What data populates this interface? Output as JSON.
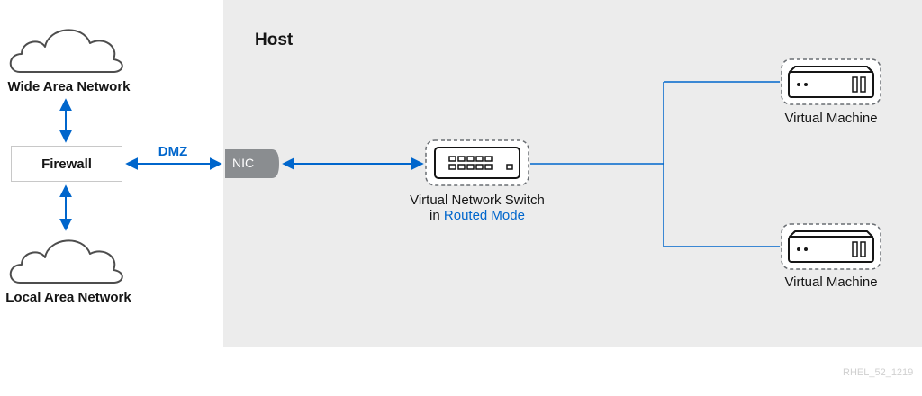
{
  "host": {
    "title": "Host"
  },
  "wan": {
    "label": "Wide Area Network",
    "icon": "cloud-icon"
  },
  "lan": {
    "label": "Local Area Network",
    "icon": "cloud-icon"
  },
  "firewall": {
    "label": "Firewall"
  },
  "dmz": {
    "label": "DMZ"
  },
  "nic": {
    "label": "NIC"
  },
  "switch": {
    "label_line1": "Virtual Network Switch",
    "label_prefix": "in",
    "label_mode": "Routed Mode",
    "icon": "network-switch-icon"
  },
  "vms": [
    {
      "label": "Virtual Machine",
      "icon": "server-icon"
    },
    {
      "label": "Virtual Machine",
      "icon": "server-icon"
    }
  ],
  "watermark": "RHEL_52_1219",
  "colors": {
    "host_bg": "#ececec",
    "link_blue": "#0066cc",
    "nic_gray": "#8a8d90",
    "text": "#151515"
  }
}
